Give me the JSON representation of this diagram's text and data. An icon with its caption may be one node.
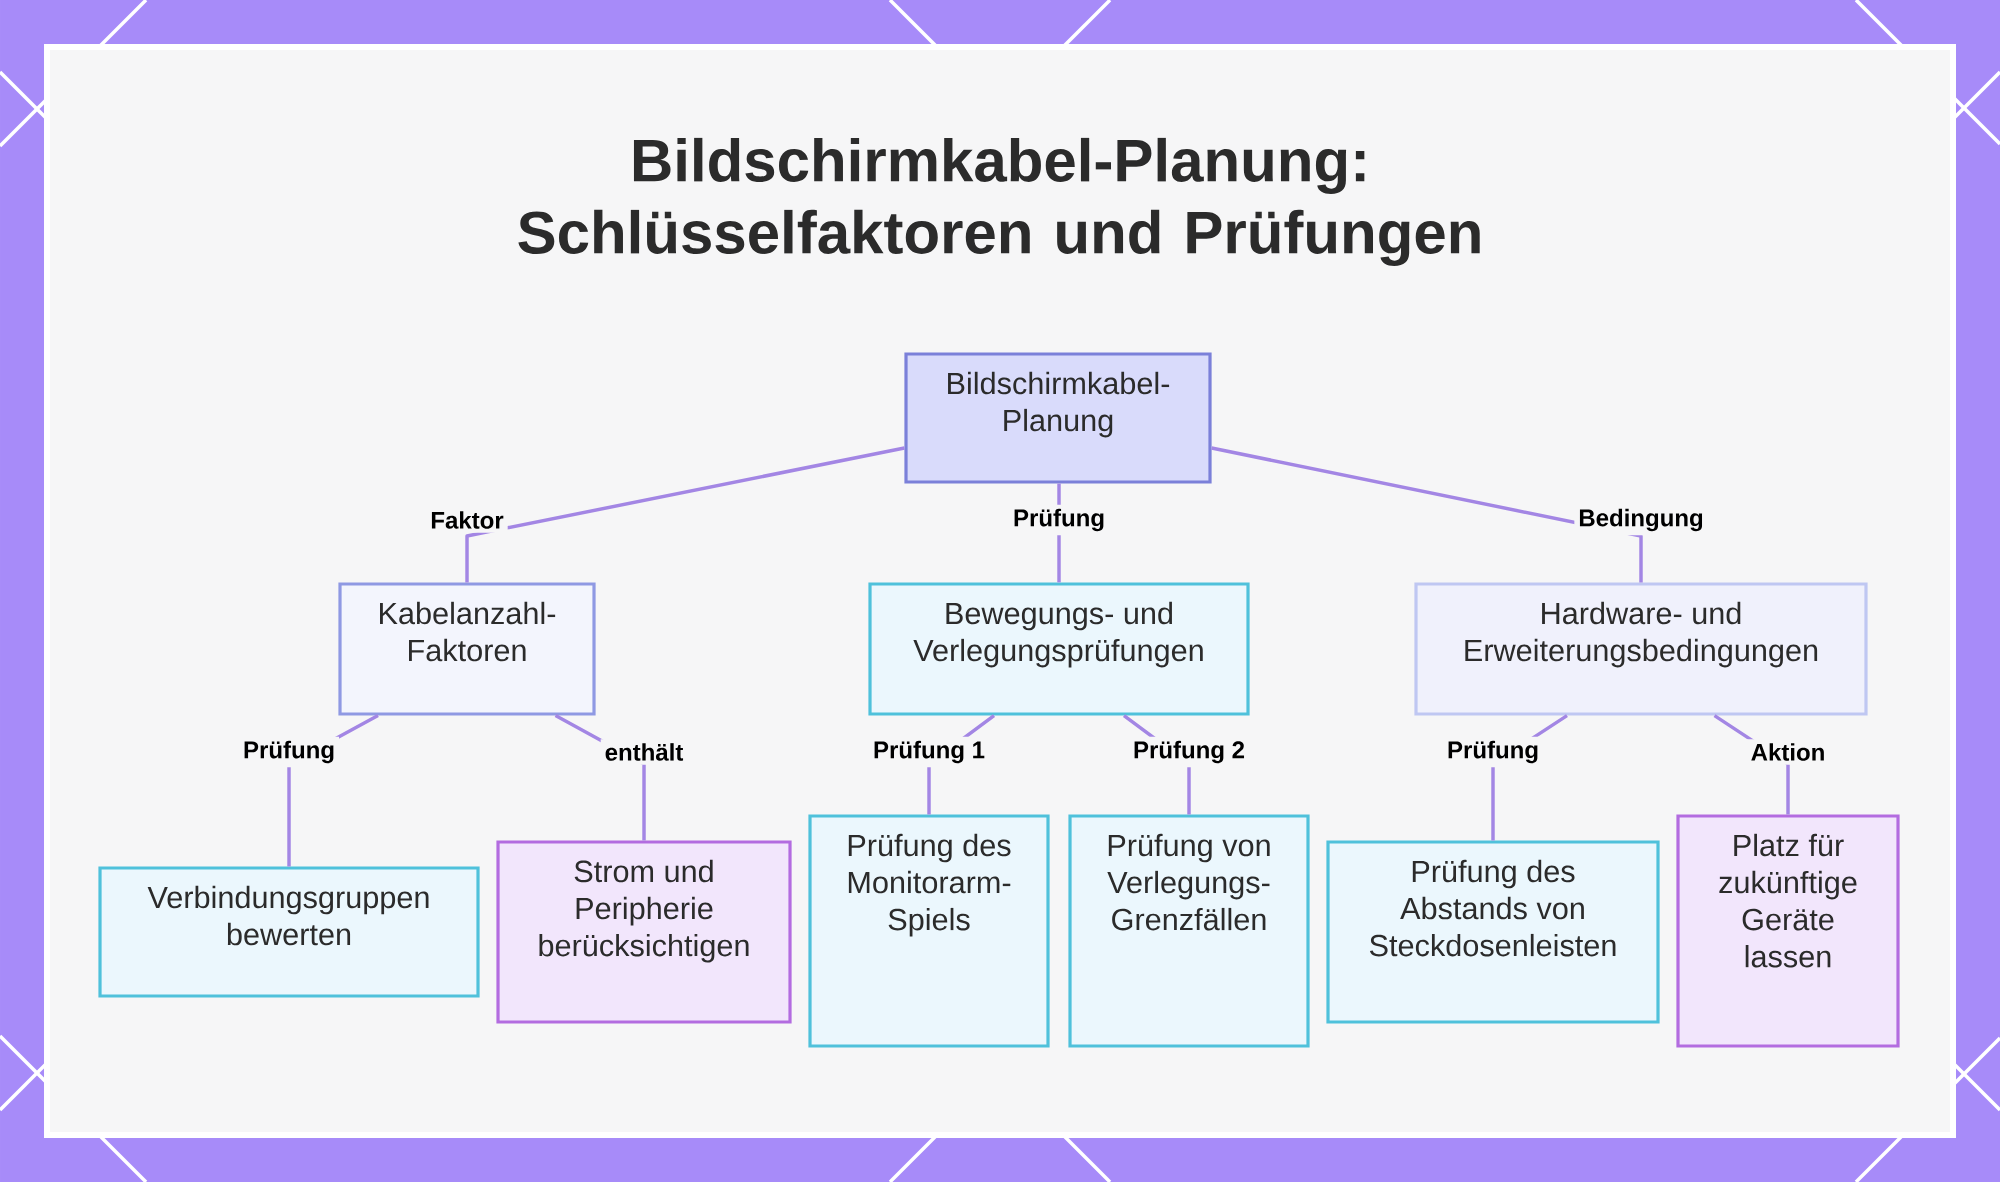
{
  "diagram": {
    "title": "Bildschirmkabel-Planung: Schlüsselfaktoren und Prüfungen",
    "nodes": [
      {
        "text": [
          "Bildschirmkabel-Planung"
        ]
      },
      {
        "text": [
          "Kabelanzahl-Faktoren"
        ]
      },
      {
        "text": [
          "Bewegungs- und Verlegungsprüfungen"
        ]
      },
      {
        "text": [
          "Hardware- und Erweiterungsbedingungen"
        ]
      },
      {
        "text": [
          "Verbindungsgruppen bewerten"
        ]
      },
      {
        "text": [
          "Strom und Peripherie berücksichtigen"
        ]
      },
      {
        "text": [
          "Prüfung des Monitorarm-Spiels"
        ]
      },
      {
        "text": [
          "Prüfung von Verlegungs-Grenzfällen"
        ]
      },
      {
        "text": [
          "Prüfung des Abstands von Steckdosenleisten"
        ]
      },
      {
        "text": [
          "Platz für zukünftige Geräte lassen"
        ]
      }
    ],
    "edges": [
      {
        "from": 0,
        "to": 1,
        "arrow": "none",
        "label": "Faktor"
      },
      {
        "from": 0,
        "to": 2,
        "arrow": "none",
        "label": "Prüfung"
      },
      {
        "from": 0,
        "to": 3,
        "arrow": "none",
        "label": "Bedingung"
      },
      {
        "from": 1,
        "to": 4,
        "arrow": "none",
        "label": "Prüfung"
      },
      {
        "from": 1,
        "to": 5,
        "arrow": "none",
        "label": "enthält"
      },
      {
        "from": 2,
        "to": 6,
        "arrow": "none",
        "label": "Prüfung 1"
      },
      {
        "from": 2,
        "to": 7,
        "arrow": "none",
        "label": "Prüfung 2"
      },
      {
        "from": 3,
        "to": 8,
        "arrow": "none",
        "label": "Prüfung"
      },
      {
        "from": 3,
        "to": 9,
        "arrow": "none",
        "label": "Aktion"
      }
    ]
  }
}
